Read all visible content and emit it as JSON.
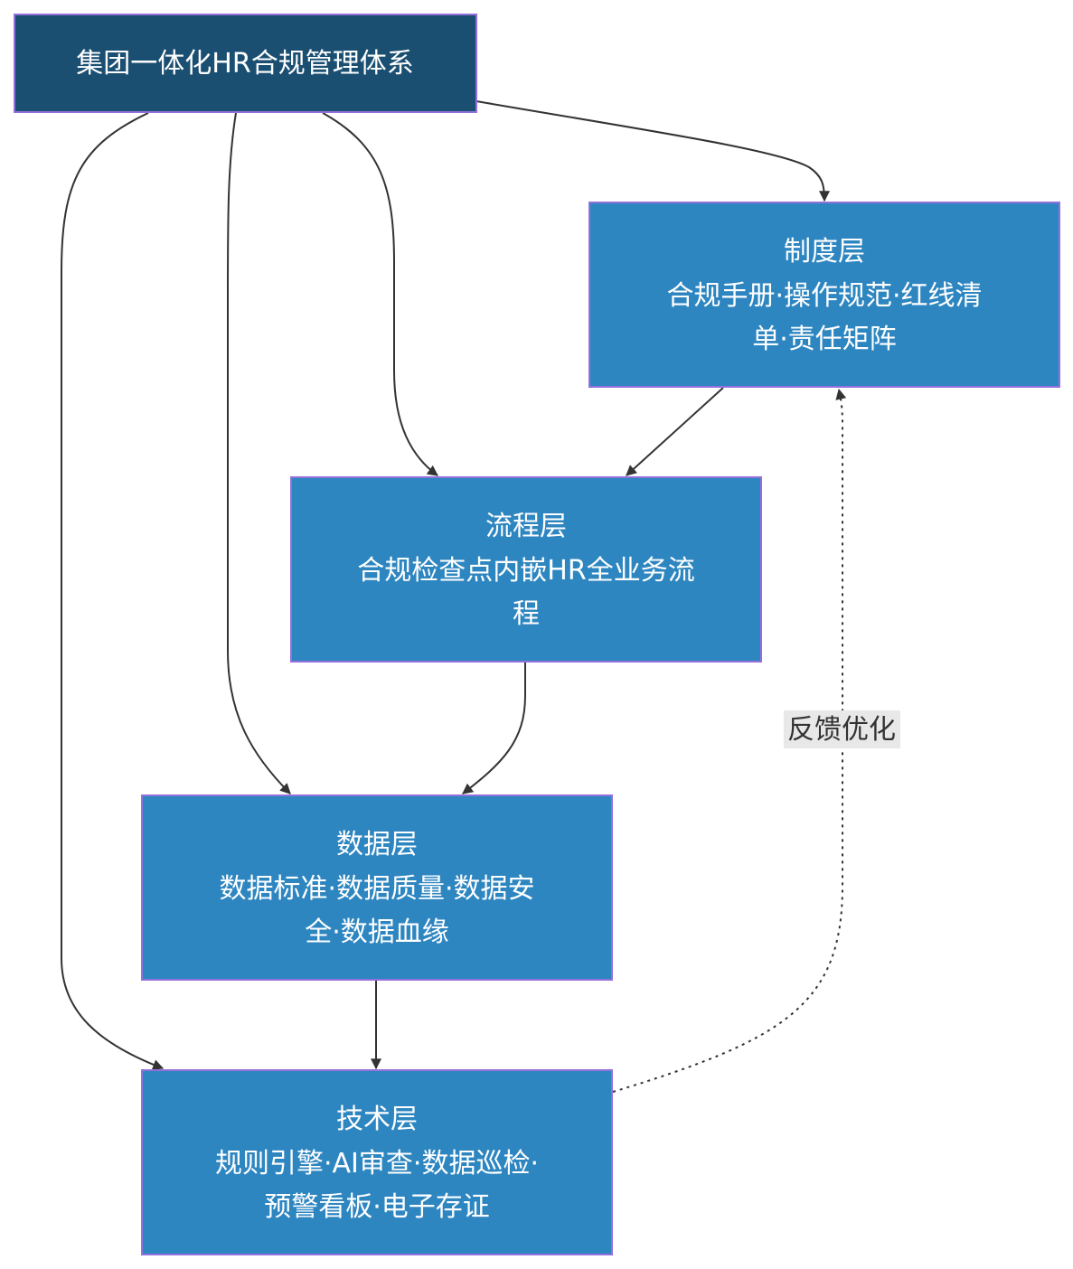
{
  "colors": {
    "root_fill": "#1b4f72",
    "layer_fill": "#2e86c1",
    "node_border": "#9370db",
    "edge": "#333333",
    "label_bg": "#e8e8e8"
  },
  "nodes": {
    "root": {
      "lines": [
        "集团一体化HR合规管理体系"
      ]
    },
    "policy": {
      "lines": [
        "制度层",
        "合规手册·操作规范·红线清",
        "单·责任矩阵"
      ]
    },
    "process": {
      "lines": [
        "流程层",
        "合规检查点内嵌HR全业务流",
        "程"
      ]
    },
    "data": {
      "lines": [
        "数据层",
        "数据标准·数据质量·数据安",
        "全·数据血缘"
      ]
    },
    "tech": {
      "lines": [
        "技术层",
        "规则引擎·AI审查·数据巡检·",
        "预警看板·电子存证"
      ]
    }
  },
  "edge_labels": {
    "feedback": "反馈优化"
  }
}
